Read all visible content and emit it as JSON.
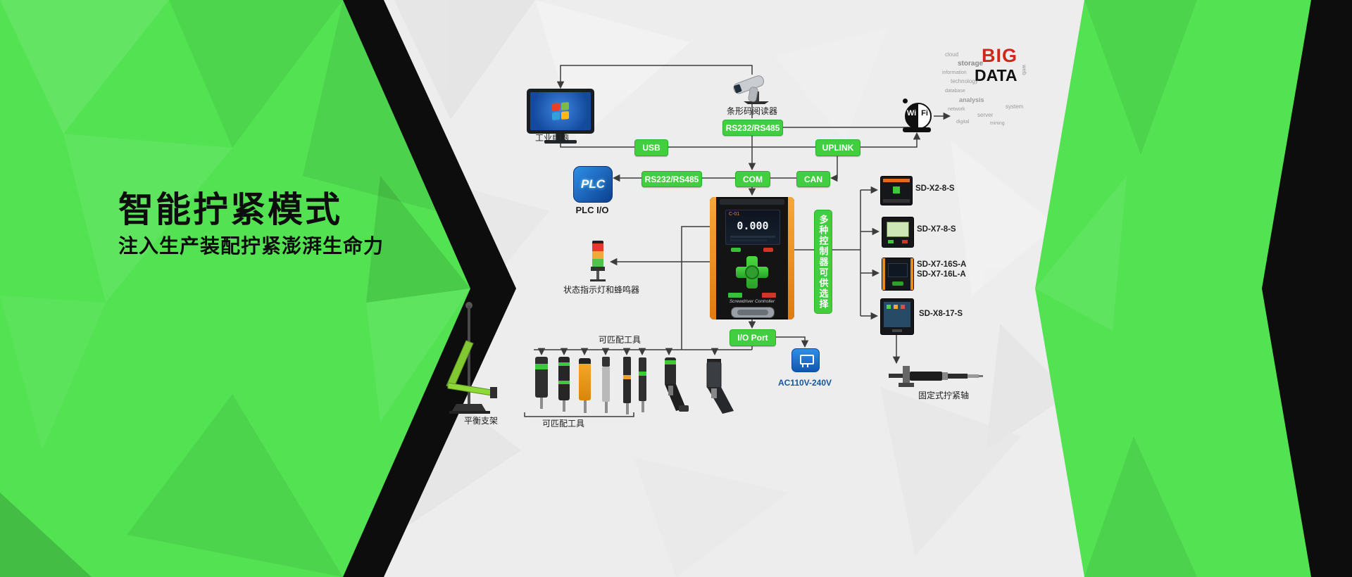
{
  "hero": {
    "title": "智能拧紧模式",
    "subtitle": "注入生产装配拧紧澎湃生命力"
  },
  "diagram": {
    "pc_label": "工业电脑",
    "barcode_label": "条形码阅读器",
    "plc_text": "PLC",
    "plc_label": "PLC I/O",
    "tower_label": "状态指示灯和蜂鸣器",
    "wifi": {
      "left": "Wi",
      "right": "Fi"
    },
    "bigdata": {
      "big": "BIG",
      "data": "DATA",
      "cloud_words": [
        "cloud",
        "storage",
        "information",
        "technology",
        "database",
        "analysis",
        "network",
        "server",
        "digital",
        "web",
        "system",
        "mining"
      ]
    },
    "ports": {
      "rs232_top": "RS232/RS485",
      "usb": "USB",
      "uplink": "UPLINK",
      "rs232_mid": "RS232/RS485",
      "com": "COM",
      "can": "CAN",
      "io_port": "I/O Port"
    },
    "controller": {
      "screen_top": "C-01",
      "screen_value": "0.000",
      "name": "Screwdriver Controller"
    },
    "selector_label": "多种控制器可供选择",
    "models": [
      {
        "name": "SD-X2-8-S"
      },
      {
        "name": "SD-X7-8-S"
      },
      {
        "name": "SD-X7-16S-A",
        "name2": "SD-X7-16L-A"
      },
      {
        "name": "SD-X8-17-S"
      }
    ],
    "power_label": "AC110V-240V",
    "tools_label_top": "可匹配工具",
    "tools_label_bottom": "可匹配工具",
    "stand_label": "平衡支架",
    "fixed_label": "固定式拧紧轴"
  }
}
